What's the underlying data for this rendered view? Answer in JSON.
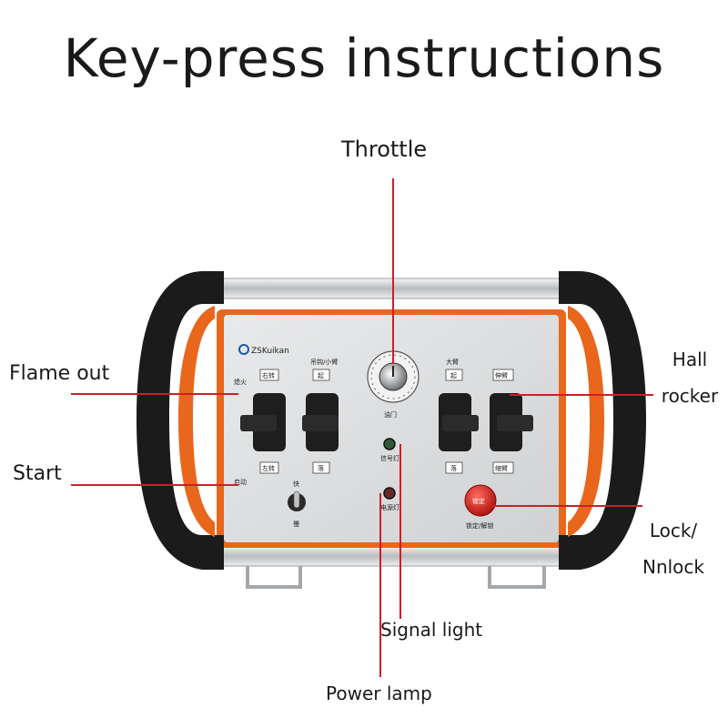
{
  "title": "Key-press instructions",
  "callouts": {
    "throttle": "Throttle",
    "flame_out": "Flame out",
    "start": "Start",
    "hall_line1": "Hall",
    "hall_line2": "rocker",
    "lock_line1": "Lock/",
    "lock_line2": "Nnlock",
    "signal_light": "Signal light",
    "power_lamp": "Power lamp"
  },
  "panel": {
    "brand": "ZSKuikan",
    "lock_button": "锁定",
    "lock_caption": "锁定/解锁",
    "throttle_caption": "油门",
    "signal_caption": "信号灯",
    "power_caption": "电源灯",
    "left_top_1": "右转",
    "left_top_2": "起",
    "left_bot_1": "左转",
    "left_bot_2": "落",
    "right_top_1": "起",
    "right_top_2": "伸臂",
    "right_bot_1": "落",
    "right_bot_2": "缩臂",
    "flameout_small": "熄火",
    "start_small": "启动",
    "fast": "快",
    "slow": "慢",
    "left_header": "吊钩/小臂",
    "right_header": "大臂"
  },
  "colors": {
    "callout_line": "#cc1f2a",
    "grip_orange": "#e8671c",
    "grip_black": "#1b1b1b",
    "panel_silver": "#d9dadb",
    "lock_red": "#d3221f"
  }
}
